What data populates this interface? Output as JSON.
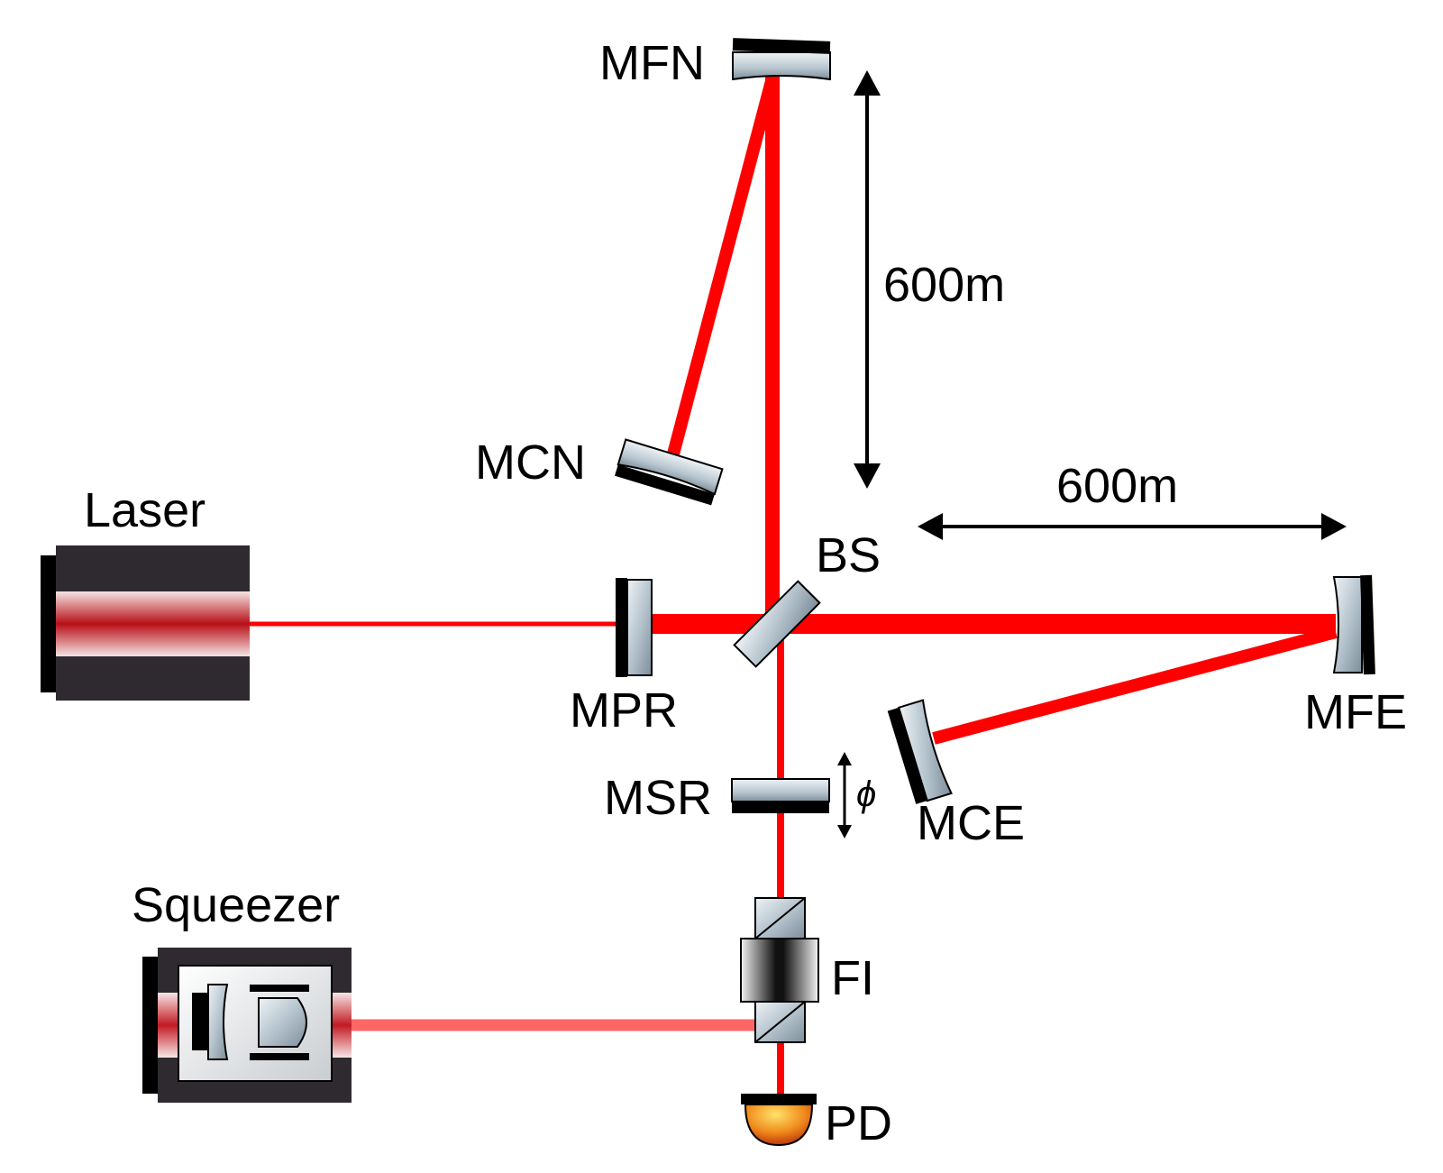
{
  "labels": {
    "mfn": "MFN",
    "mcn": "MCN",
    "laser": "Laser",
    "bs": "BS",
    "mpr": "MPR",
    "mfe": "MFE",
    "mce": "MCE",
    "msr": "MSR",
    "phi": "ϕ",
    "squeezer": "Squeezer",
    "fi": "FI",
    "pd": "PD"
  },
  "dimensions": {
    "north_arm": "600m",
    "east_arm": "600m"
  },
  "colors": {
    "beam_strong": "#ff0000",
    "beam_squeezed": "#ff6666",
    "mirror_coating": "#000000",
    "mirror_glass": "#c8d4dc",
    "housing": "#2e2a30"
  }
}
